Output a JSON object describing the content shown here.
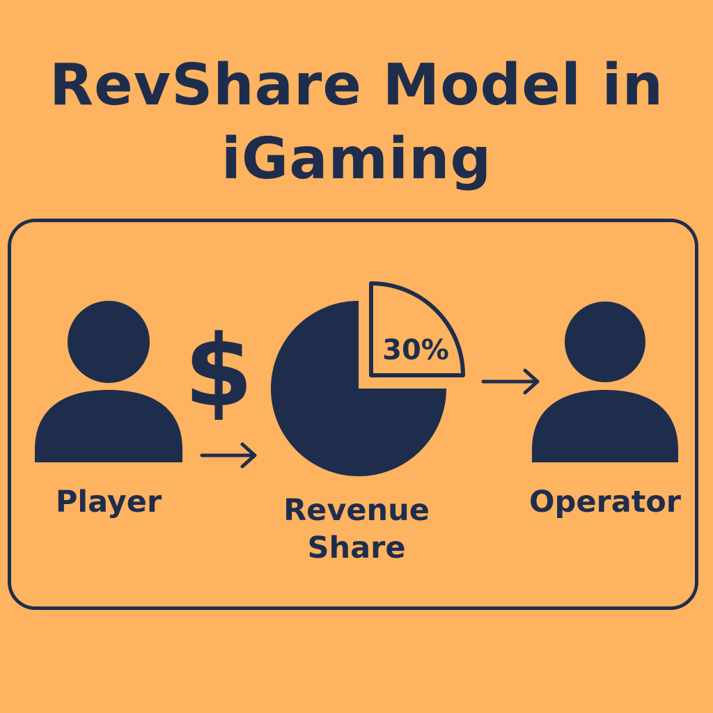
{
  "title": {
    "line1": "RevShare Model in",
    "line2": "iGaming"
  },
  "nodes": {
    "player": {
      "label": "Player",
      "icon": "user-icon"
    },
    "revenue": {
      "label_line1": "Revenue",
      "label_line2": "Share",
      "icon": "pie-chart-icon"
    },
    "operator": {
      "label": "Operator",
      "icon": "user-icon"
    }
  },
  "money_symbol": "$",
  "share_percent_label": "30%",
  "share_fraction": 0.3,
  "colors": {
    "background": "#FDB35F",
    "ink": "#1F2D4D"
  }
}
